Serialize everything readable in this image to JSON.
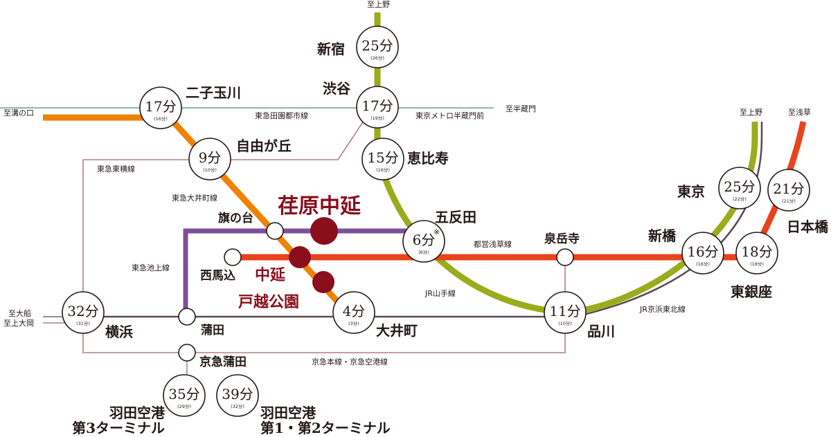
{
  "colors": {
    "oimachi_line": "#ef8200",
    "yamanote_line": "#9aab1c",
    "asakusa_line": "#e8441c",
    "ikegami_line": "#7d4f9a",
    "keihin_tohoku_line": "#59484f",
    "thin_line": "#a5616a",
    "den_en_toshi_line": "#4a8d7a",
    "feature_station": "#8a0e1c"
  },
  "directions": {
    "ueno_top": "至上野",
    "mizonokuchi": "至溝の口",
    "hanzomon": "至半蔵門",
    "ueno_right": "至上野",
    "asakusa": "至浅草",
    "ofuna": "至大船",
    "kamiooka": "至上大岡"
  },
  "lines": {
    "den_en_toshi": "東急田園都市線",
    "hanzomon_line": "東京メトロ半蔵門前",
    "toyoko": "東急東横線",
    "oimachi": "東急大井町線",
    "ikegami": "東急池上線",
    "asakusa": "都営浅草線",
    "yamanote": "JR山手線",
    "keihin_tohoku": "JR京浜東北線",
    "keikyu": "京急本線・京急空港線"
  },
  "feature_stations": {
    "ebaranakanobu": "荏原中延",
    "nakanobu": "中延",
    "togoshikoen": "戸越公園"
  },
  "stations": [
    {
      "id": "shinjuku",
      "name": "新宿",
      "main": "25分",
      "sub": "(26分)"
    },
    {
      "id": "shibuya",
      "name": "渋谷",
      "main": "17分",
      "sub": "(19分)"
    },
    {
      "id": "futakotamagawa",
      "name": "二子玉川",
      "main": "17分",
      "sub": "(16分)"
    },
    {
      "id": "jiyugaoka",
      "name": "自由が丘",
      "main": "9分",
      "sub": "(10分)"
    },
    {
      "id": "ebisu",
      "name": "恵比寿",
      "main": "15分",
      "sub": "(16分)"
    },
    {
      "id": "gotanda",
      "name": "五反田",
      "main": "6分",
      "sub": "(6分)",
      "note": "※"
    },
    {
      "id": "tokyo",
      "name": "東京",
      "main": "25分",
      "sub": "(22分)"
    },
    {
      "id": "nihonbashi",
      "name": "日本橋",
      "main": "21分",
      "sub": "(21分)"
    },
    {
      "id": "shimbashi",
      "name": "新橋",
      "main": "16分",
      "sub": "(16分)"
    },
    {
      "id": "higashiginza",
      "name": "東銀座",
      "main": "18分",
      "sub": "(18分)"
    },
    {
      "id": "shinagawa",
      "name": "品川",
      "main": "11分",
      "sub": "(10分)"
    },
    {
      "id": "oimachi",
      "name": "大井町",
      "main": "4分",
      "sub": "(3分)"
    },
    {
      "id": "yokohama",
      "name": "横浜",
      "main": "32分",
      "sub": "(31分)"
    },
    {
      "id": "haneda3",
      "name": "羽田空港\n第3ターミナル",
      "main": "35分",
      "sub": "(29分)"
    },
    {
      "id": "haneda12",
      "name": "羽田空港\n第1・第2ターミナル",
      "main": "39分",
      "sub": "(32分)"
    }
  ],
  "small_stations": {
    "hatanodai": "旗の台",
    "nishimagome": "西馬込",
    "sengakuji": "泉岳寺",
    "kamata": "蒲田",
    "keikyukamata": "京急蒲田"
  }
}
